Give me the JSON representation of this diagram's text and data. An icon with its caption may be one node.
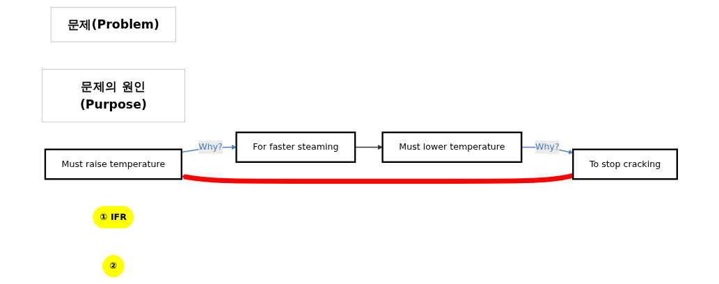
{
  "diagram": {
    "nodes": [
      {
        "text": [
          "문제(Problem)"
        ]
      },
      {
        "text": [
          "문제의 원인(Purpose)"
        ]
      },
      {
        "text": [
          "Must raise temperature"
        ]
      },
      {
        "text": [
          "For faster steaming"
        ]
      },
      {
        "text": [
          "Must lower temperature"
        ]
      },
      {
        "text": [
          "To stop cracking"
        ]
      },
      {
        "text": [
          "① IFR"
        ]
      },
      {
        "text": [
          "②"
        ]
      }
    ],
    "edges": [
      {
        "from": 2,
        "to": 3,
        "arrow": "to",
        "label": "Why?",
        "color": "#4f81bd"
      },
      {
        "from": 4,
        "to": 5,
        "arrow": "to",
        "label": "Why?",
        "color": "#4f81bd"
      },
      {
        "from": 3,
        "to": 4,
        "arrow": "to",
        "color": "#333333"
      },
      {
        "from": 5,
        "to": 2,
        "arrow": "to",
        "style": "thick",
        "color": "#ff0000"
      }
    ]
  }
}
